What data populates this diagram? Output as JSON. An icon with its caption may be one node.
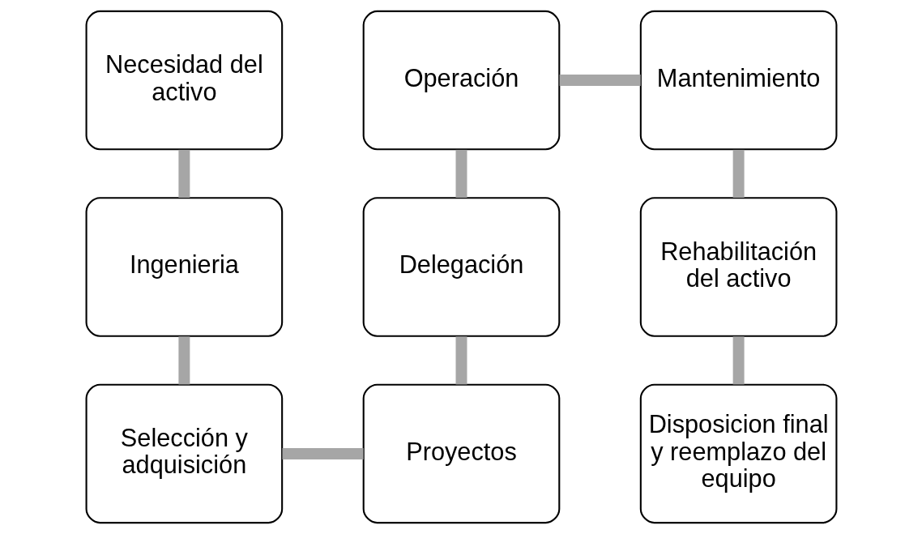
{
  "diagram": {
    "nodes": [
      {
        "text": [
          "Necesidad del activo"
        ]
      },
      {
        "text": [
          "Operación"
        ]
      },
      {
        "text": [
          "Mantenimiento"
        ]
      },
      {
        "text": [
          "Ingenieria"
        ]
      },
      {
        "text": [
          "Delegación"
        ]
      },
      {
        "text": [
          "Rehabilitación del activo"
        ]
      },
      {
        "text": [
          "Selección y adquisición"
        ]
      },
      {
        "text": [
          "Proyectos"
        ]
      },
      {
        "text": [
          "Disposicion final y reemplazo del equipo"
        ]
      }
    ],
    "edges": [
      {
        "from": 0,
        "to": 3,
        "arrow": "none"
      },
      {
        "from": 3,
        "to": 6,
        "arrow": "none"
      },
      {
        "from": 6,
        "to": 7,
        "arrow": "none"
      },
      {
        "from": 7,
        "to": 4,
        "arrow": "none"
      },
      {
        "from": 4,
        "to": 1,
        "arrow": "none"
      },
      {
        "from": 1,
        "to": 2,
        "arrow": "none"
      },
      {
        "from": 2,
        "to": 5,
        "arrow": "none"
      },
      {
        "from": 5,
        "to": 8,
        "arrow": "none"
      }
    ]
  }
}
